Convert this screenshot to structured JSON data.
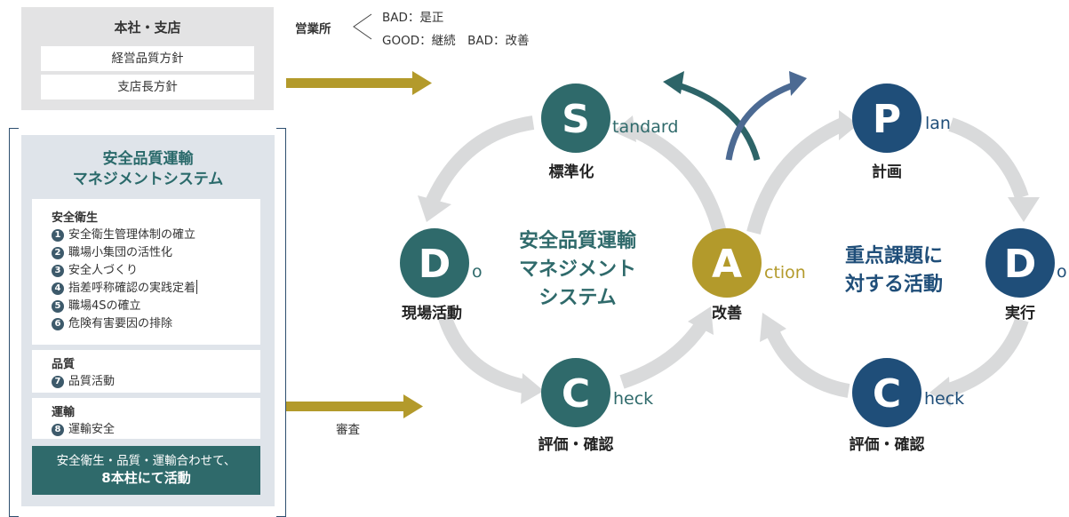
{
  "colors": {
    "teal": "#2f6a6b",
    "navy": "#1f4e79",
    "gold": "#b39a2b",
    "gray_arrow": "#d9dadb",
    "dark_teal_arrow": "#2d6468",
    "blue_arrow": "#4c6a93"
  },
  "hq": {
    "title": "本社・支店",
    "items": [
      "経営品質方針",
      "支店長方針"
    ]
  },
  "sales_office": {
    "label": "営業所",
    "line1": "BAD：是正",
    "line2": "GOOD：継続　BAD：改善"
  },
  "system": {
    "title_line1": "安全品質運輸",
    "title_line2": "マネジメントシステム",
    "safety": {
      "title": "安全衛生",
      "items": [
        {
          "n": "1",
          "text": "安全衛生管理体制の確立"
        },
        {
          "n": "2",
          "text": "職場小集団の活性化"
        },
        {
          "n": "3",
          "text": "安全人づくり"
        },
        {
          "n": "4",
          "text": "指差呼称確認の実践定着"
        },
        {
          "n": "5",
          "text": "職場4Sの確立"
        },
        {
          "n": "6",
          "text": "危険有害要因の排除"
        }
      ]
    },
    "quality": {
      "title": "品質",
      "items": [
        {
          "n": "7",
          "text": "品質活動"
        }
      ]
    },
    "transport": {
      "title": "運輸",
      "items": [
        {
          "n": "8",
          "text": "運輸安全"
        }
      ]
    },
    "summary_line1": "安全衛生・品質・運輸合わせて、",
    "summary_line2": "8本柱にて活動"
  },
  "audit_label": "審査",
  "left_cycle": {
    "center_line1": "安全品質運輸",
    "center_line2": "マネジメント",
    "center_line3": "システム",
    "nodes": {
      "S": {
        "letter": "S",
        "suffix": "tandard",
        "caption": "標準化"
      },
      "D": {
        "letter": "D",
        "suffix": "o",
        "caption": "現場活動"
      },
      "C": {
        "letter": "C",
        "suffix": "heck",
        "caption": "評価・確認"
      }
    }
  },
  "action_node": {
    "letter": "A",
    "suffix": "ction",
    "caption": "改善"
  },
  "right_cycle": {
    "center_line1": "重点課題に",
    "center_line2": "対する活動",
    "nodes": {
      "P": {
        "letter": "P",
        "suffix": "lan",
        "caption": "計画"
      },
      "D": {
        "letter": "D",
        "suffix": "o",
        "caption": "実行"
      },
      "C": {
        "letter": "C",
        "suffix": "heck",
        "caption": "評価・確認"
      }
    }
  }
}
